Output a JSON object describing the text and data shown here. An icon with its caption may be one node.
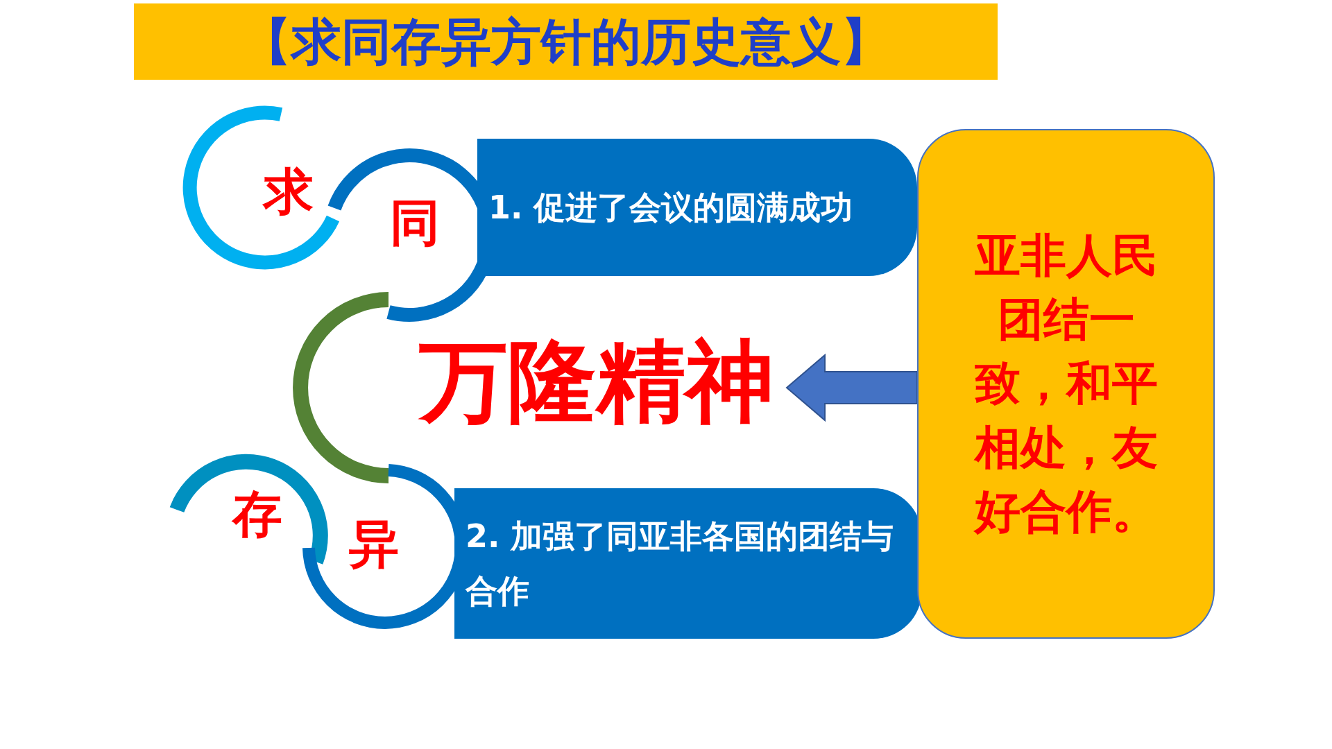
{
  "diagram": {
    "title": "【求同存异方针的历史意义】",
    "nodes": [
      {
        "text": [
          "1. 促进了会议的圆满成功"
        ]
      },
      {
        "text": [
          "2. 加强了同亚非各国的团结与合作"
        ]
      },
      {
        "text": [
          "亚非人民团结一致，和平相处，友好合作。"
        ]
      },
      {
        "text": [
          "万隆精神"
        ]
      }
    ],
    "edges": [
      {
        "from": 2,
        "to": 3,
        "arrow": "to",
        "style": "thick"
      }
    ],
    "labels": [
      "求",
      "同",
      "存",
      "异"
    ]
  }
}
